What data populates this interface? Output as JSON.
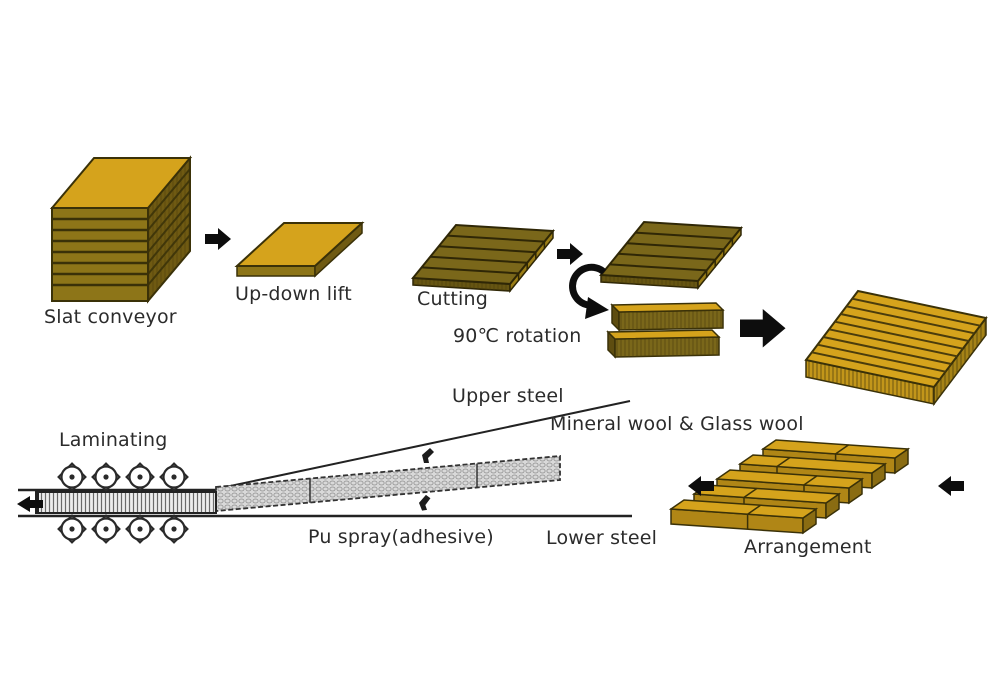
{
  "diagram": {
    "background": "#ffffff",
    "labels": {
      "slat_conveyor": "Slat conveyor",
      "up_down_lift": "Up-down lift",
      "cutting": "Cutting",
      "rotation_90": "90℃ rotation",
      "upper_steel": "Upper steel",
      "mineral_glass_wool": "Mineral wool & Glass wool",
      "laminating": "Laminating",
      "pu_spray": "Pu spray(adhesive)",
      "lower_steel": "Lower steel",
      "arrangement": "Arrangement"
    },
    "colors": {
      "gold_top": "#d5a31c",
      "gold_front": "#8d7518",
      "gold_side": "#6f5a12",
      "olive_slab": "#7a671a",
      "outline_dark": "#3a3108",
      "wool_gray": "#d9d9d9",
      "steel_line": "#222222",
      "arrow_black": "#0d0d0d",
      "text": "#2b2b2b"
    },
    "icons": {
      "right_arrow_count": 3,
      "left_arrow_count": 3,
      "rotation_arrow_count": 1,
      "roller_count": 8,
      "spray_nozzle_count": 2
    }
  }
}
